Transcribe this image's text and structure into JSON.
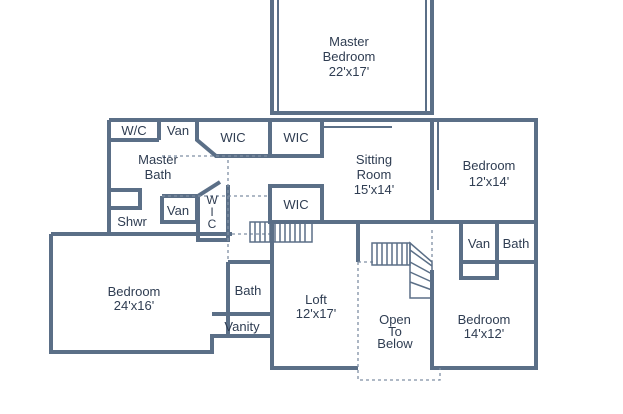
{
  "rooms": {
    "master_bedroom": {
      "name": "Master\nBedroom",
      "size": "22'x17'"
    },
    "wc": {
      "name": "W/C"
    },
    "van_top": {
      "name": "Van"
    },
    "wic_left": {
      "name": "WIC"
    },
    "wic_right": {
      "name": "WIC"
    },
    "master_bath": {
      "name": "Master\nBath"
    },
    "sitting_room": {
      "name": "Sitting\nRoom",
      "size": "15'x14'"
    },
    "bedroom_right": {
      "name": "Bedroom",
      "size": "12'x14'"
    },
    "wic_vertical": {
      "name": "W\nI\nC"
    },
    "van_mid": {
      "name": "Van"
    },
    "wic_lower": {
      "name": "WIC"
    },
    "shwr": {
      "name": "Shwr"
    },
    "van_right": {
      "name": "Van"
    },
    "bath_right": {
      "name": "Bath"
    },
    "bedroom_left": {
      "name": "Bedroom",
      "size": "24'x16'"
    },
    "bath_mid": {
      "name": "Bath"
    },
    "loft": {
      "name": "Loft",
      "size": "12'x17'"
    },
    "open_to_below": {
      "name": "Open\nTo\nBelow"
    },
    "bedroom_lower_right": {
      "name": "Bedroom",
      "size": "14'x12'"
    },
    "vanity": {
      "name": "Vanity"
    }
  }
}
